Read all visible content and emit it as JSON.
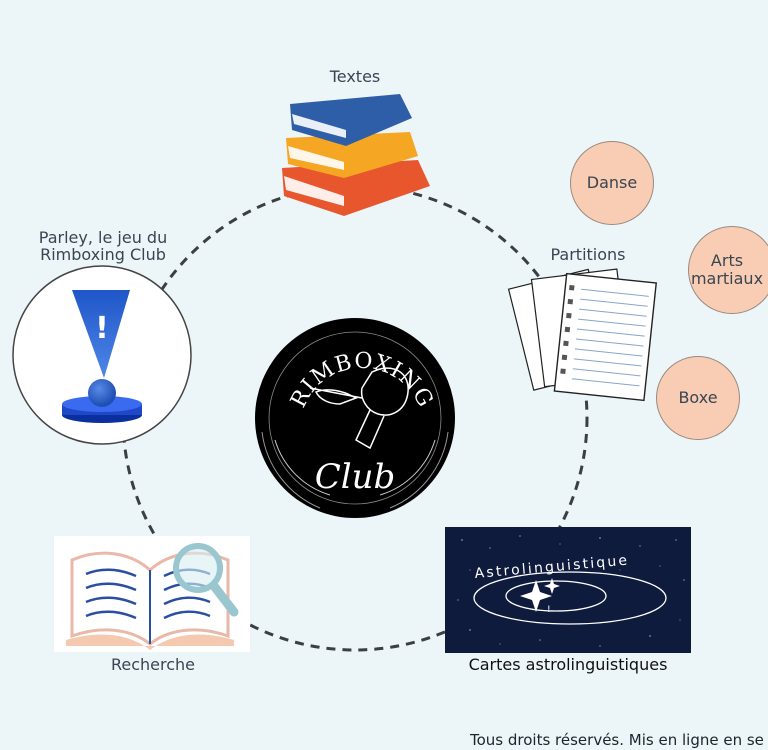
{
  "nodes": {
    "textes": "Textes",
    "parley_line1": "Parley, le jeu du",
    "parley_line2": "Rimboxing Club",
    "partitions": "Partitions",
    "recherche": "Recherche",
    "cartes": "Cartes astrolinguistiques"
  },
  "bubbles": {
    "danse": "Danse",
    "arts_line1": "Arts",
    "arts_line2": "martiaux",
    "boxe": "Boxe"
  },
  "logo": {
    "top_text": "RIMBOXING",
    "bottom_text": "Club"
  },
  "astro_card": {
    "text": "Astrolinguistique",
    "mark": "!"
  },
  "parley_icon_mark": "!",
  "footer": "Tous droits réservés. Mis en ligne en se",
  "colors": {
    "background": "#ecf5f8",
    "bubble_fill": "#f8cdb4",
    "card_navy": "#0f1b3d",
    "book_blue": "#2f5ea8",
    "book_orange": "#f5a623",
    "book_red": "#e8562e"
  }
}
